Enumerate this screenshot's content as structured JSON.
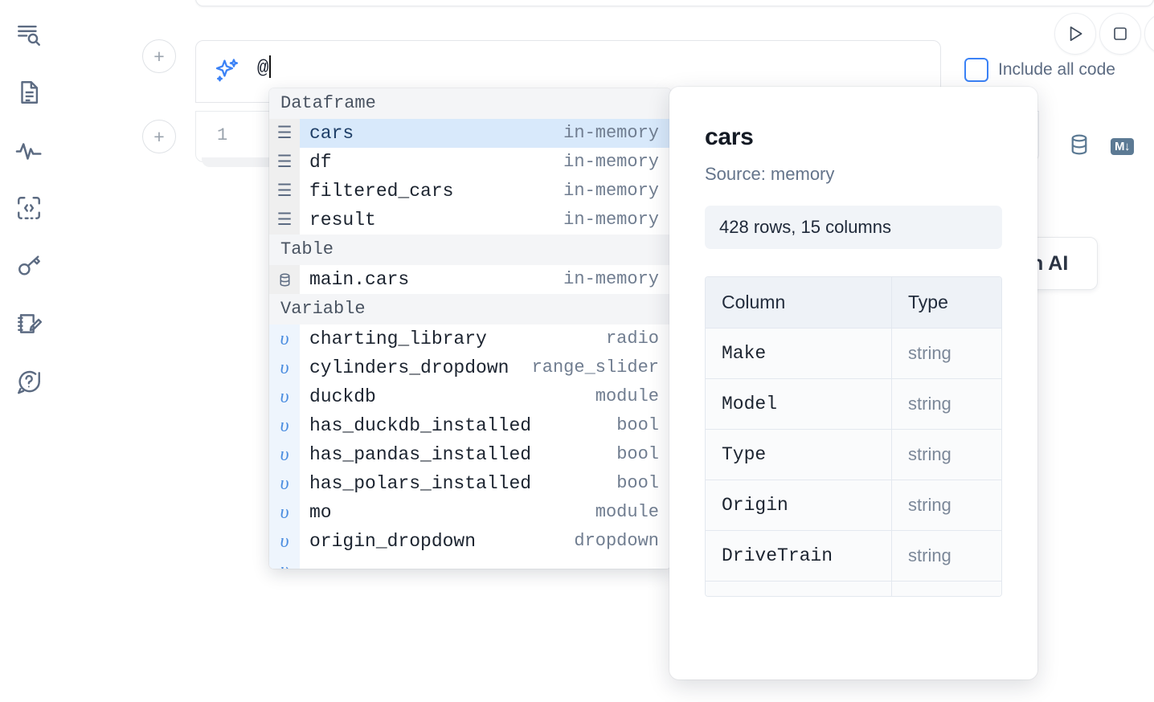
{
  "sidebar": {
    "items": [
      {
        "name": "outline-search-icon",
        "label": "Explore"
      },
      {
        "name": "document-icon",
        "label": "Notebook"
      },
      {
        "name": "activity-pulse-icon",
        "label": "Activity"
      },
      {
        "name": "code-brackets-icon",
        "label": "Snippets"
      },
      {
        "name": "key-icon",
        "label": "Secrets"
      },
      {
        "name": "notebook-edit-icon",
        "label": "Scratchpad"
      },
      {
        "name": "help-chat-icon",
        "label": "Help"
      }
    ]
  },
  "toolbar": {
    "run_label": "Run",
    "stop_label": "Stop",
    "include_all_code_label": "Include all code",
    "include_all_code_checked": false,
    "add_cell_label": "+"
  },
  "ai_bar": {
    "icon": "sparkle-icon",
    "value": "@",
    "accent_color": "#3b82f6"
  },
  "code_cell": {
    "line_number": "1",
    "tools": [
      {
        "name": "database-icon",
        "label": "SQL"
      },
      {
        "name": "markdown-icon",
        "label": "M↓"
      }
    ]
  },
  "ai_chip": {
    "label": "h AI"
  },
  "autocomplete": {
    "groups": [
      {
        "label": "Dataframe",
        "icon": "dataframe-icon",
        "items": [
          {
            "name": "cars",
            "meta": "in-memory",
            "selected": true
          },
          {
            "name": "df",
            "meta": "in-memory",
            "selected": false
          },
          {
            "name": "filtered_cars",
            "meta": "in-memory",
            "selected": false
          },
          {
            "name": "result",
            "meta": "in-memory",
            "selected": false
          }
        ]
      },
      {
        "label": "Table",
        "icon": "table-db-icon",
        "items": [
          {
            "name": "main.cars",
            "meta": "in-memory",
            "selected": false
          }
        ]
      },
      {
        "label": "Variable",
        "icon": "variable-icon",
        "items": [
          {
            "name": "charting_library",
            "meta": "radio",
            "selected": false
          },
          {
            "name": "cylinders_dropdown",
            "meta": "range_slider",
            "selected": false
          },
          {
            "name": "duckdb",
            "meta": "module",
            "selected": false
          },
          {
            "name": "has_duckdb_installed",
            "meta": "bool",
            "selected": false
          },
          {
            "name": "has_pandas_installed",
            "meta": "bool",
            "selected": false
          },
          {
            "name": "has_polars_installed",
            "meta": "bool",
            "selected": false
          },
          {
            "name": "mo",
            "meta": "module",
            "selected": false
          },
          {
            "name": "origin_dropdown",
            "meta": "dropdown",
            "selected": false
          }
        ]
      }
    ]
  },
  "preview": {
    "title": "cars",
    "source": "Source: memory",
    "stats": "428 rows, 15 columns",
    "table": {
      "headers": [
        "Column",
        "Type"
      ],
      "rows": [
        {
          "column": "Make",
          "type": "string"
        },
        {
          "column": "Model",
          "type": "string"
        },
        {
          "column": "Type",
          "type": "string"
        },
        {
          "column": "Origin",
          "type": "string"
        },
        {
          "column": "DriveTrain",
          "type": "string"
        }
      ]
    }
  }
}
